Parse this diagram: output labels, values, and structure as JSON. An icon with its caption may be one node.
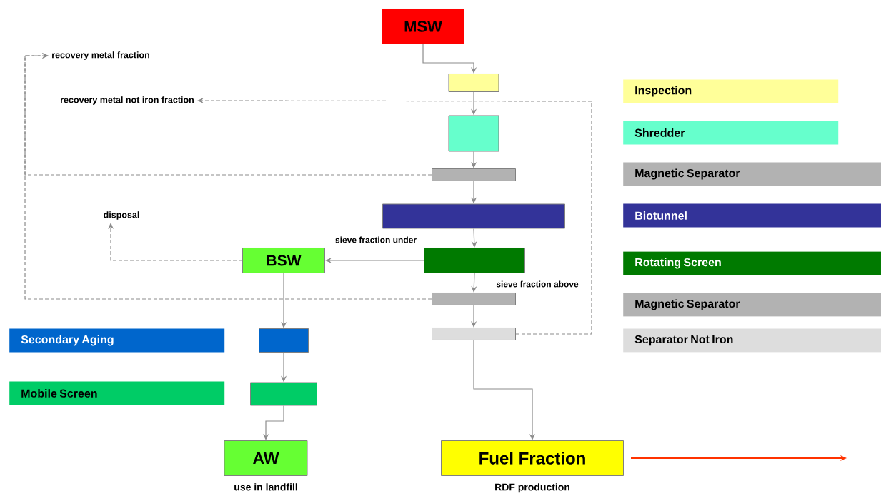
{
  "diagram": {
    "nodes": [
      {
        "text": [
          "MSW"
        ]
      },
      {
        "text": [],
        "shape": "box"
      },
      {
        "text": [],
        "shape": "box"
      },
      {
        "text": [],
        "shape": "box"
      },
      {
        "text": [],
        "shape": "box"
      },
      {
        "text": [],
        "shape": "box"
      },
      {
        "text": [
          "BSW"
        ]
      },
      {
        "text": [],
        "shape": "box"
      },
      {
        "text": [],
        "shape": "box"
      },
      {
        "text": [],
        "shape": "box"
      },
      {
        "text": [],
        "shape": "box"
      },
      {
        "text": [
          "AW"
        ],
        "beside": [
          "use in landfill"
        ]
      },
      {
        "text": [
          "Fuel Fraction"
        ],
        "beside": [
          "RDF production"
        ]
      },
      {
        "text": [
          "recovery metal fraction"
        ]
      },
      {
        "text": [
          "recovery metal not iron fraction"
        ]
      },
      {
        "text": [
          "disposal"
        ]
      }
    ],
    "edges": [
      {
        "from": 0,
        "to": 1,
        "arrow": "to"
      },
      {
        "from": 1,
        "to": 2,
        "arrow": "to"
      },
      {
        "from": 2,
        "to": 3,
        "arrow": "to"
      },
      {
        "from": 3,
        "to": 4,
        "arrow": "to"
      },
      {
        "from": 4,
        "to": 5,
        "arrow": "to"
      },
      {
        "from": 5,
        "to": 6,
        "arrow": "to",
        "label": "sieve fraction under"
      },
      {
        "from": 5,
        "to": 7,
        "arrow": "to",
        "label": "sieve fraction above"
      },
      {
        "from": 7,
        "to": 8,
        "arrow": "to"
      },
      {
        "from": 6,
        "to": 9,
        "arrow": "to"
      },
      {
        "from": 9,
        "to": 10,
        "arrow": "to"
      },
      {
        "from": 10,
        "to": 11,
        "arrow": "to"
      },
      {
        "from": 8,
        "to": 12,
        "arrow": "to"
      },
      {
        "from": 6,
        "to": 15,
        "arrow": "to",
        "style": "dashed"
      },
      {
        "from": 3,
        "to": 13,
        "arrow": "to",
        "style": "dashed"
      },
      {
        "from": 7,
        "to": 13,
        "arrow": "to",
        "style": "dashed"
      },
      {
        "from": 8,
        "to": 14,
        "arrow": "to",
        "style": "dashed"
      },
      {
        "from": 12,
        "to": null,
        "arrow": "to",
        "color": "#ff3300"
      }
    ],
    "legend": [
      {
        "text": "Inspection",
        "color": "#ffff99"
      },
      {
        "text": "Shredder",
        "color": "#66ffcc"
      },
      {
        "text": "Magnetic Separator",
        "color": "#b2b2b2"
      },
      {
        "text": "Biotunnel",
        "color": "#333399"
      },
      {
        "text": "Rotating Screen",
        "color": "#007a00"
      },
      {
        "text": "Magnetic Separator",
        "color": "#b2b2b2"
      },
      {
        "text": "Secondary Aging",
        "color": "#0066cc"
      },
      {
        "text": "Separator Not Iron",
        "color": "#dddddd"
      },
      {
        "text": "Mobile Screen",
        "color": "#00cc66"
      }
    ]
  }
}
